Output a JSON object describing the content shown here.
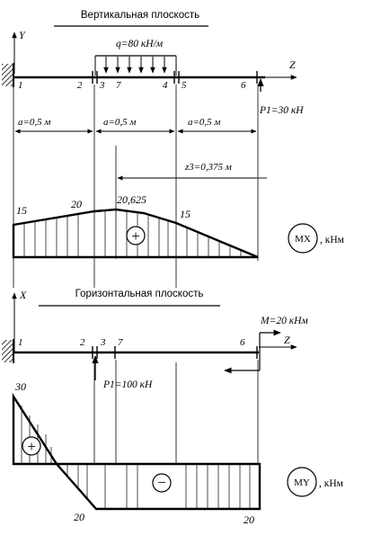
{
  "vertical": {
    "title": "Вертикальная плоскость",
    "axis_y": "Y",
    "axis_z": "Z",
    "load_q": "q=80 кН/м",
    "points": [
      "1",
      "2",
      "3",
      "7",
      "4",
      "5",
      "6"
    ],
    "force_p1": "P1=30 кН",
    "dims": [
      "a=0,5 м",
      "a=0,5 м",
      "a=0,5 м"
    ],
    "z3": "z3=0,375 м",
    "moment_values": [
      "15",
      "20",
      "20,625",
      "15"
    ],
    "sign": "+",
    "diagram_label": "MX",
    "unit": ", кНм"
  },
  "horizontal": {
    "title": "Горизонтальная плоскость",
    "axis_x": "X",
    "axis_z": "Z",
    "points": [
      "1",
      "2",
      "3",
      "7",
      "6"
    ],
    "moment_m": "M=20 кНм",
    "force_p1": "P1=100 кН",
    "moment_values": [
      "30",
      "20",
      "20"
    ],
    "sign_plus": "+",
    "sign_minus": "−",
    "diagram_label": "MY",
    "unit": ", кНм"
  }
}
